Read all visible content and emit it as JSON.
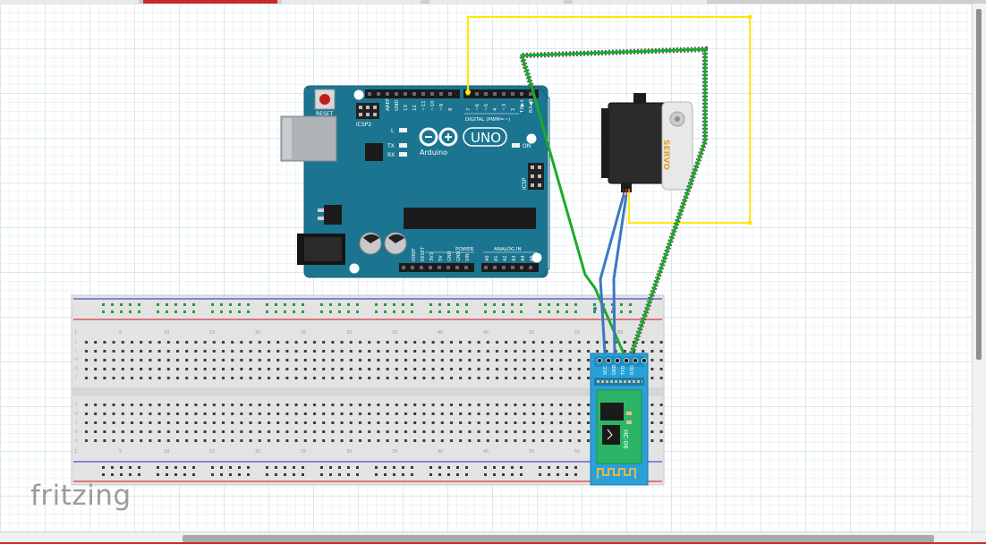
{
  "app": {
    "logo_text": "fritzing"
  },
  "tabs": [
    {
      "label": "",
      "active": false
    },
    {
      "label": "",
      "active": true
    },
    {
      "label": "",
      "active": false
    },
    {
      "label": "",
      "active": false
    },
    {
      "label": "",
      "active": false
    }
  ],
  "arduino": {
    "reset_label": "RESET",
    "icsp2_label": "ICSP2",
    "aref_label": "AREF",
    "gnd_label": "GND",
    "digital_pins": [
      "13",
      "12",
      "~11",
      "~10",
      "~9",
      "8",
      "7",
      "~6",
      "~5",
      "4",
      "~3",
      "2",
      "TX▶1",
      "RX◀0"
    ],
    "digital_label": "DIGITAL (PWM=~)",
    "l_label": "L",
    "tx_label": "TX",
    "rx_label": "RX",
    "brand": "Arduino",
    "model": "UNO",
    "on_label": "ON",
    "icsp_label": "ICSP",
    "power_pins": [
      "IOREF",
      "RESET",
      "3V3",
      "5V",
      "GND",
      "GND",
      "VIN"
    ],
    "power_label": "POWER",
    "analog_pins": [
      "A0",
      "A1",
      "A2",
      "A3",
      "A4",
      "A5"
    ],
    "analog_label": "ANALOG IN"
  },
  "servo": {
    "label": "SERVO"
  },
  "breadboard": {
    "column_numbers": [
      "1",
      "5",
      "10",
      "15",
      "20",
      "25",
      "30",
      "35",
      "40",
      "45",
      "50",
      "55",
      "60"
    ],
    "row_letters_top": [
      "J",
      "I",
      "H",
      "G",
      "F"
    ],
    "row_letters_bottom": [
      "E",
      "D",
      "C",
      "B",
      "A"
    ]
  },
  "bluetooth": {
    "pins": [
      "VCC",
      "GND",
      "TXD",
      "RXD"
    ],
    "model": "HC-06"
  },
  "colors": {
    "arduino_board": "#1c7590",
    "wire_yellow": "#ffe800",
    "wire_green": "#1aab2a",
    "wire_blue": "#3a78c4",
    "bt_module": "#2aa0d8",
    "tab_active": "#c62b2b"
  }
}
